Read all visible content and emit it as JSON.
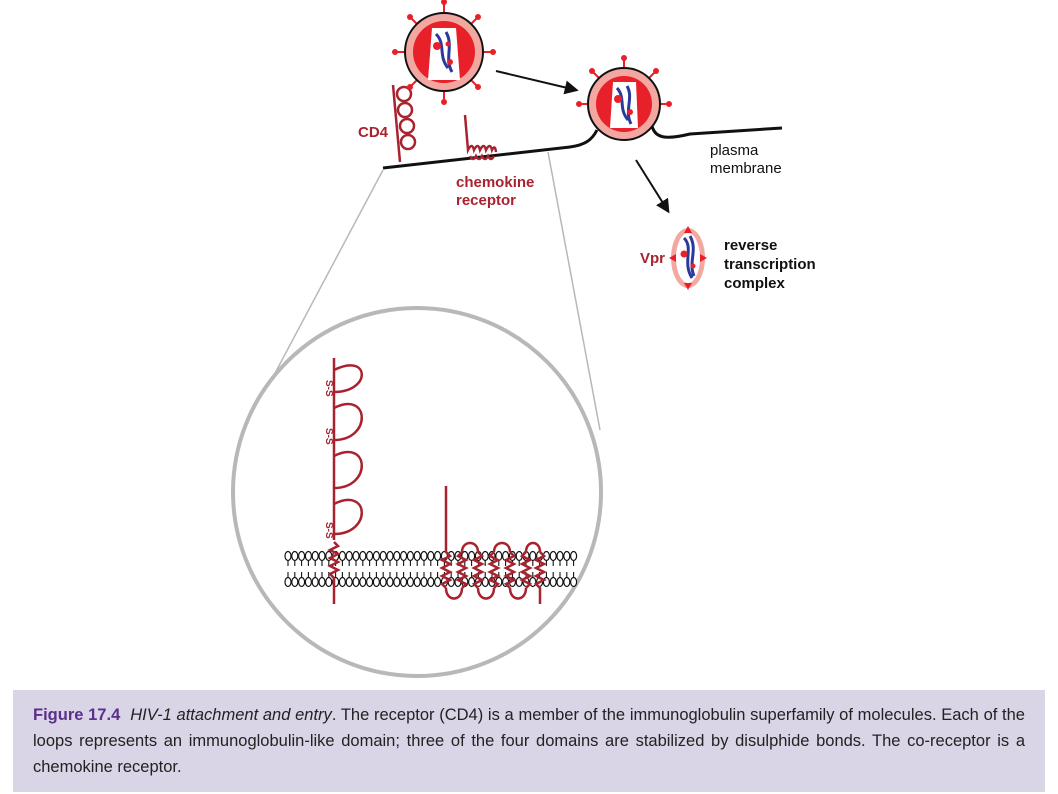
{
  "labels": {
    "cd4": "CD4",
    "chemokine_line1": "chemokine",
    "chemokine_line2": "receptor",
    "plasma_line1": "plasma",
    "plasma_line2": "membrane",
    "vpr": "Vpr",
    "rtc_line1": "reverse",
    "rtc_line2": "transcription",
    "rtc_line3": "complex",
    "disulphide": "S-S"
  },
  "caption": {
    "figure": "Figure 17.4",
    "title": "HIV-1 attachment and entry",
    "text": ". The receptor (CD4) is a member of the immunoglobulin superfamily of molecules. Each of the loops represents an immunoglobulin-like domain; three of the four domains are stabilized by disulphide bonds. The co-receptor is a chemokine receptor."
  },
  "colors": {
    "receptor_red": "#a8232f",
    "virus_red": "#e8202a",
    "virus_pink": "#f2a7a0",
    "rna_blue": "#2a3a9c",
    "zoom_circle": "#b8b8b8",
    "caption_bg": "#d9d4e6",
    "figure_label": "#5c2f8c"
  }
}
